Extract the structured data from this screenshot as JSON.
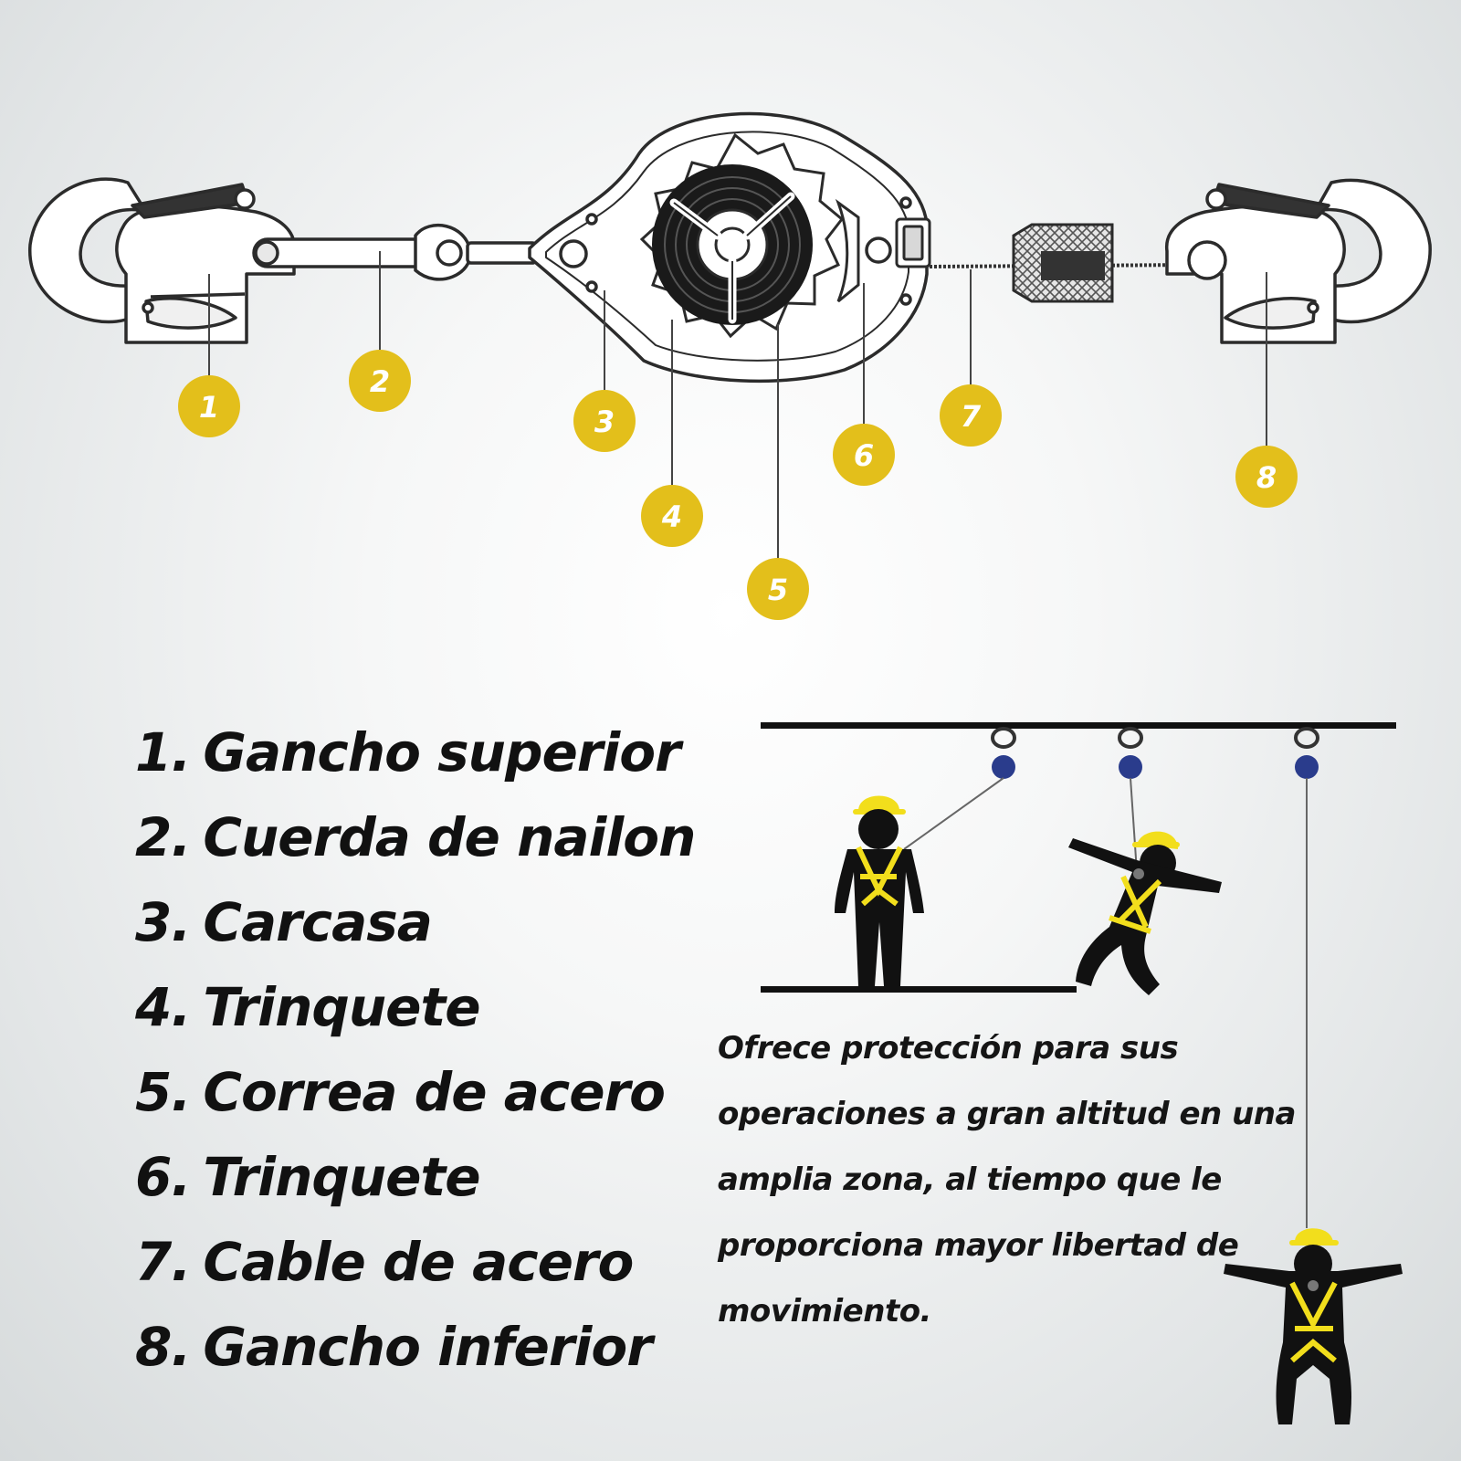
{
  "callouts": [
    {
      "num": "1"
    },
    {
      "num": "2"
    },
    {
      "num": "3"
    },
    {
      "num": "4"
    },
    {
      "num": "5"
    },
    {
      "num": "6"
    },
    {
      "num": "7"
    },
    {
      "num": "8"
    }
  ],
  "legend": [
    {
      "num": "1.",
      "label": "Gancho superior"
    },
    {
      "num": "2.",
      "label": "Cuerda de nailon"
    },
    {
      "num": "3.",
      "label": "Carcasa"
    },
    {
      "num": "4.",
      "label": "Trinquete"
    },
    {
      "num": "5.",
      "label": "Correa de acero"
    },
    {
      "num": "6.",
      "label": "Trinquete"
    },
    {
      "num": "7.",
      "label": "Cable de acero"
    },
    {
      "num": "8.",
      "label": "Gancho inferior"
    }
  ],
  "description": "Ofrece protección para sus operaciones a gran altitud en una amplia zona, al tiempo que le proporciona mayor libertad de movimiento.",
  "colors": {
    "callout": "#e3bf1b",
    "harness": "#f2de1c",
    "figure": "#111111",
    "pulley": "#2a3c8c",
    "line_art": "#2b2b2b"
  },
  "icons": {
    "hook": "snap-hook-icon",
    "reel": "self-retracting-lifeline-icon",
    "worker": "harnessed-worker-icon"
  }
}
